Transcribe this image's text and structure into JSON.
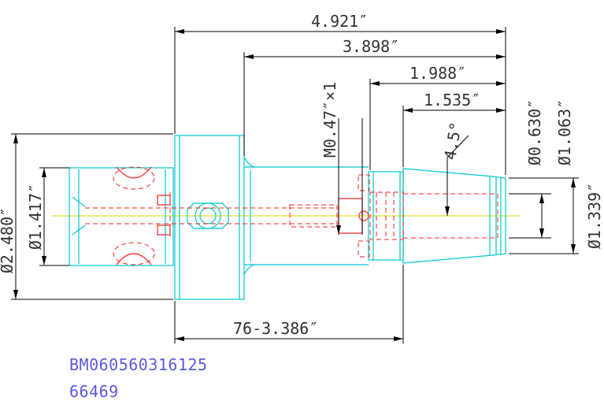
{
  "dimensions": {
    "overall_length": "4.921″",
    "gauge_length": "3.898″",
    "taper_length": "1.988″",
    "nose_length": "1.535″",
    "flange_diameter": "Ø2.480″",
    "bore_diameter": "Ø1.417″",
    "small_diameter": "Ø0.630″",
    "tip_diameter": "Ø1.063″",
    "shank_diameter": "Ø1.339″",
    "thread": "M0.47″×1",
    "taper_angle": "4.5°",
    "bottom_length": "76-3.386″"
  },
  "part": {
    "number": "BM060560316125",
    "id": "66469"
  },
  "colors": {
    "outline": "#00c8d0",
    "hidden": "#ff2020",
    "centerline": "#d8d800",
    "dimension": "#000000",
    "part_text": "#5a5ae0"
  }
}
